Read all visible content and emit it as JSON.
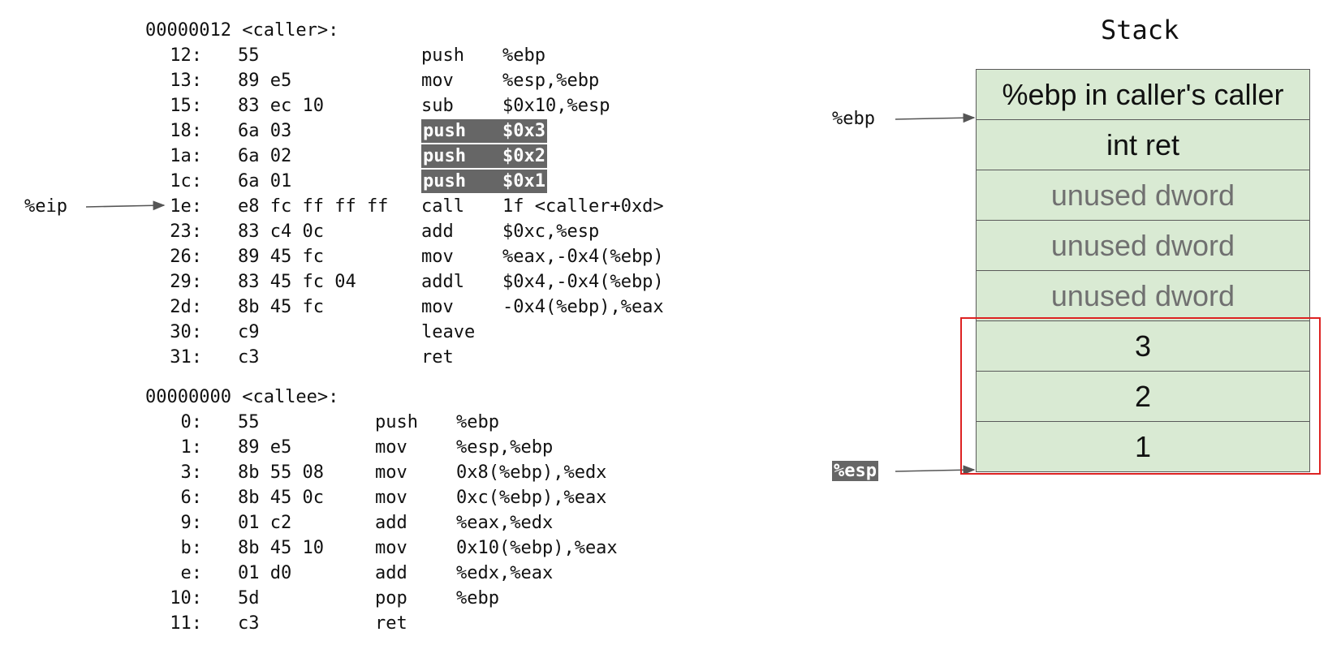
{
  "caller": {
    "header": "00000012 <caller>:",
    "rows": [
      {
        "addr": "12:",
        "bytes": "55",
        "op": "push",
        "args": "%ebp",
        "highlight": false
      },
      {
        "addr": "13:",
        "bytes": "89 e5",
        "op": "mov",
        "args": "%esp,%ebp",
        "highlight": false
      },
      {
        "addr": "15:",
        "bytes": "83 ec 10",
        "op": "sub",
        "args": "$0x10,%esp",
        "highlight": false
      },
      {
        "addr": "18:",
        "bytes": "6a 03",
        "op": "push",
        "args": "$0x3",
        "highlight": true
      },
      {
        "addr": "1a:",
        "bytes": "6a 02",
        "op": "push",
        "args": "$0x2",
        "highlight": true
      },
      {
        "addr": "1c:",
        "bytes": "6a 01",
        "op": "push",
        "args": "$0x1",
        "highlight": true
      },
      {
        "addr": "1e:",
        "bytes": "e8 fc ff ff ff",
        "op": "call",
        "args": "1f <caller+0xd>",
        "highlight": false
      },
      {
        "addr": "23:",
        "bytes": "83 c4 0c",
        "op": "add",
        "args": "$0xc,%esp",
        "highlight": false
      },
      {
        "addr": "26:",
        "bytes": "89 45 fc",
        "op": "mov",
        "args": "%eax,-0x4(%ebp)",
        "highlight": false
      },
      {
        "addr": "29:",
        "bytes": "83 45 fc 04",
        "op": "addl",
        "args": "$0x4,-0x4(%ebp)",
        "highlight": false
      },
      {
        "addr": "2d:",
        "bytes": "8b 45 fc",
        "op": "mov",
        "args": "-0x4(%ebp),%eax",
        "highlight": false
      },
      {
        "addr": "30:",
        "bytes": "c9",
        "op": "leave",
        "args": "",
        "highlight": false
      },
      {
        "addr": "31:",
        "bytes": "c3",
        "op": "ret",
        "args": "",
        "highlight": false
      }
    ]
  },
  "callee": {
    "header": "00000000 <callee>:",
    "rows": [
      {
        "addr": "0:",
        "bytes": "55",
        "op": "push",
        "args": "%ebp"
      },
      {
        "addr": "1:",
        "bytes": "89 e5",
        "op": "mov",
        "args": "%esp,%ebp"
      },
      {
        "addr": "3:",
        "bytes": "8b 55 08",
        "op": "mov",
        "args": "0x8(%ebp),%edx"
      },
      {
        "addr": "6:",
        "bytes": "8b 45 0c",
        "op": "mov",
        "args": "0xc(%ebp),%eax"
      },
      {
        "addr": "9:",
        "bytes": "01 c2",
        "op": "add",
        "args": "%eax,%edx"
      },
      {
        "addr": "b:",
        "bytes": "8b 45 10",
        "op": "mov",
        "args": "0x10(%ebp),%eax"
      },
      {
        "addr": "e:",
        "bytes": "01 d0",
        "op": "add",
        "args": "%edx,%eax"
      },
      {
        "addr": "10:",
        "bytes": "5d",
        "op": "pop",
        "args": "%ebp"
      },
      {
        "addr": "11:",
        "bytes": "c3",
        "op": "ret",
        "args": ""
      }
    ]
  },
  "pointers": {
    "eip": "%eip",
    "ebp": "%ebp",
    "esp": "%esp"
  },
  "stack": {
    "title": "Stack",
    "slots": [
      {
        "label": "%ebp in caller's caller",
        "muted": false
      },
      {
        "label": "int ret",
        "muted": false
      },
      {
        "label": "unused dword",
        "muted": true
      },
      {
        "label": "unused dword",
        "muted": true
      },
      {
        "label": "unused dword",
        "muted": true
      },
      {
        "label": "3",
        "muted": false
      },
      {
        "label": "2",
        "muted": false
      },
      {
        "label": "1",
        "muted": false
      }
    ]
  },
  "colors": {
    "slot_fill": "#d9ead3",
    "highlight": "#666666",
    "frame_box": "#dd2222"
  }
}
